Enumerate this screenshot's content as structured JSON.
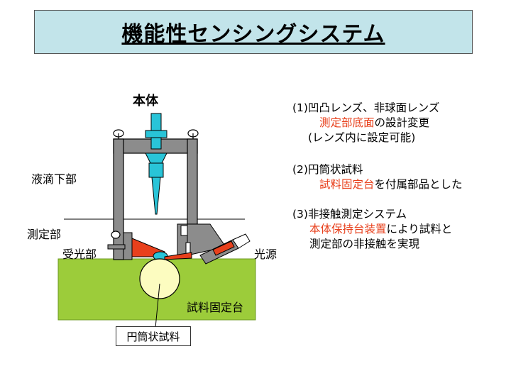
{
  "title": "機能性センシングシステム",
  "labels": {
    "main_body": "本体",
    "droplet_drop": "液滴下部",
    "measurement": "測定部",
    "receiver": "受光部",
    "light_source": "光源",
    "sample_stage": "試料固定台",
    "cylindrical_sample": "円筒状試料"
  },
  "items": [
    {
      "heading": "(1)凹凸レンズ、非球面レンズ",
      "line2_highlight": "測定部底面",
      "line2_rest": "の設計変更",
      "line3": "(レンズ内に設定可能)"
    },
    {
      "heading": "(2)円筒状試料",
      "line2_highlight": "試料固定台",
      "line2_rest": "を付属部品とした"
    },
    {
      "heading": "(3)非接触測定システム",
      "line2_highlight": "本体保持台装置",
      "line2_rest": "により試料と",
      "line3": "測定部の非接触を実現"
    }
  ],
  "colors": {
    "title_bg": "#c2e4ea",
    "frame_gray": "#8c8c8c",
    "needle_cyan": "#29c4d8",
    "stage_green": "#9ccc3a",
    "sample_yellow": "#fcfcc0",
    "highlight_red": "#e8401c"
  }
}
